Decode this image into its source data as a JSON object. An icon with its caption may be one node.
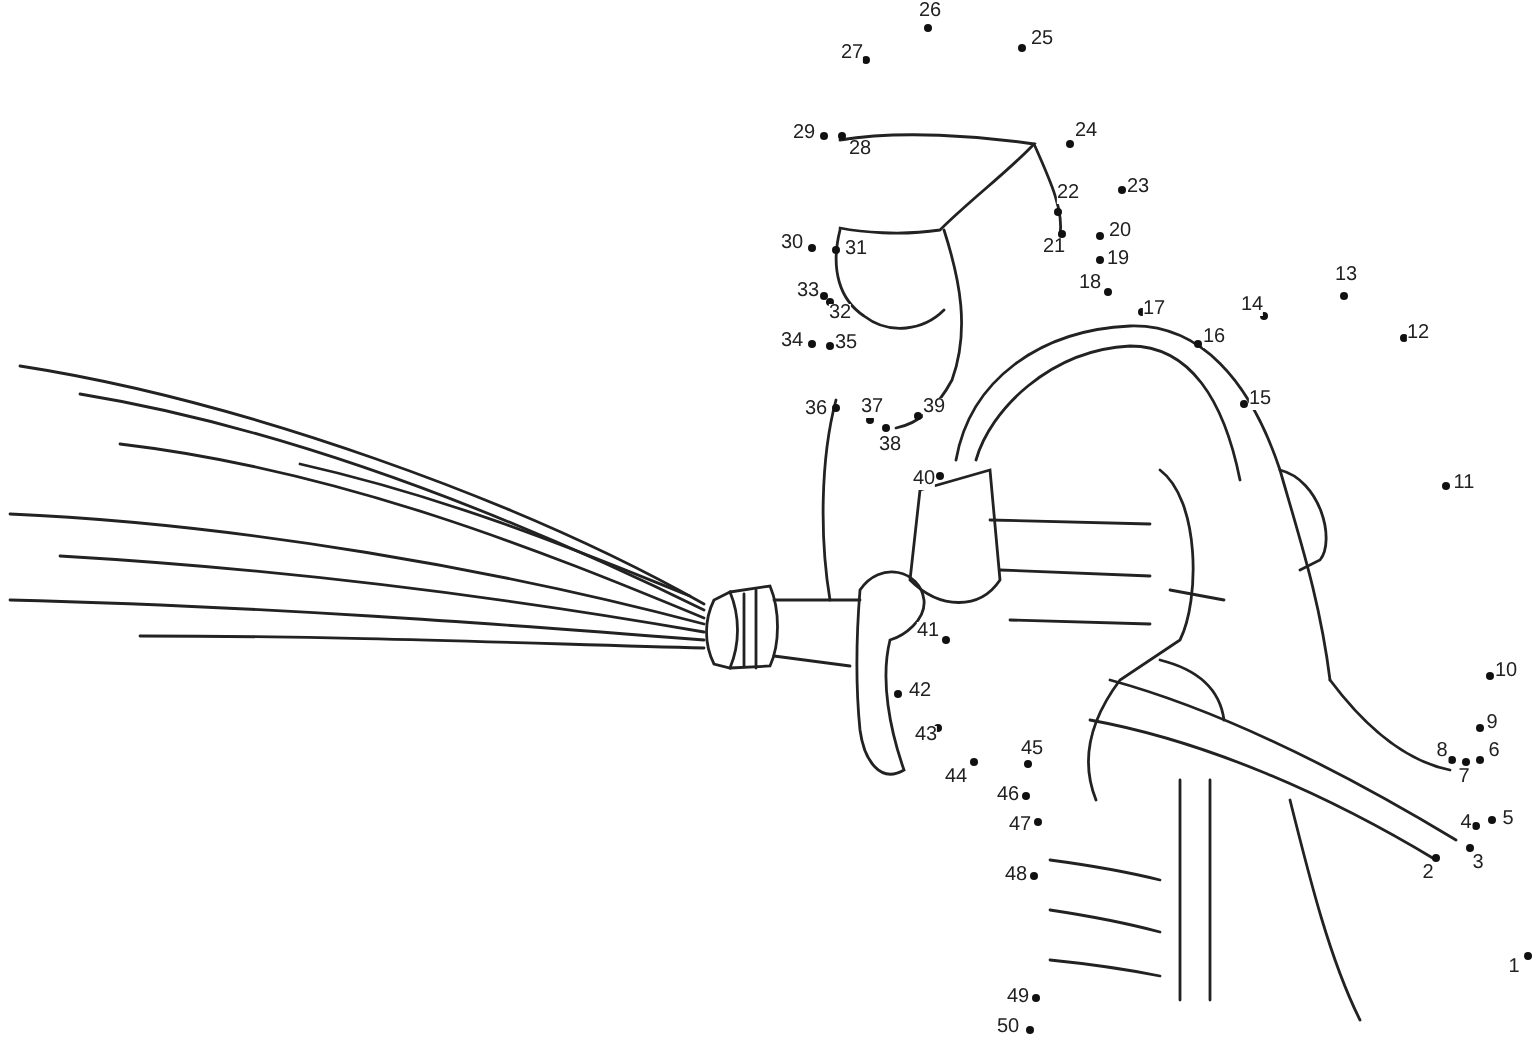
{
  "diagram": {
    "labels": [
      "1",
      "2",
      "3",
      "4",
      "5",
      "6",
      "7",
      "8",
      "9",
      "10",
      "11",
      "12",
      "13",
      "14",
      "15",
      "16",
      "17",
      "18",
      "19",
      "20",
      "21",
      "22",
      "23",
      "24",
      "25",
      "26",
      "27",
      "28",
      "29",
      "30",
      "31",
      "32",
      "33",
      "34",
      "35",
      "36",
      "37",
      "38",
      "39",
      "40",
      "41",
      "42",
      "43",
      "44",
      "45",
      "46",
      "47",
      "48",
      "49",
      "50"
    ]
  }
}
